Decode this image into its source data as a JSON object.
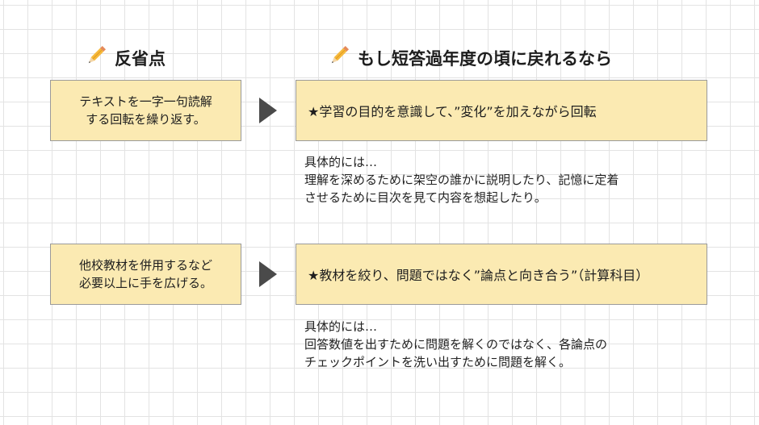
{
  "headings": {
    "reflection": "反省点",
    "redo": "もし短答過年度の頃に戻れるなら"
  },
  "rows": [
    {
      "reflection_lines": [
        "テキストを一字一句読解",
        "する回転を繰り返す。"
      ],
      "redo_title": "★学習の目的を意識して、”変化”を加えながら回転",
      "detail_lines": [
        "具体的には…",
        "理解を深めるために架空の誰かに説明したり、記憶に定着",
        "させるために目次を見て内容を想起したり。"
      ]
    },
    {
      "reflection_lines": [
        "他校教材を併用するなど",
        "必要以上に手を広げる。"
      ],
      "redo_title": "★教材を絞り、問題ではなく”論点と向き合う”（計算科目）",
      "detail_lines": [
        "具体的には…",
        "回答数値を出すために問題を解くのではなく、各論点の",
        "チェックポイントを洗い出すために問題を解く。"
      ]
    }
  ],
  "colors": {
    "box_fill": "#fbeab2",
    "box_border": "#9a9a9a",
    "arrow": "#4a4a4a"
  },
  "icons": [
    "pencil-icon",
    "pencil-icon"
  ]
}
